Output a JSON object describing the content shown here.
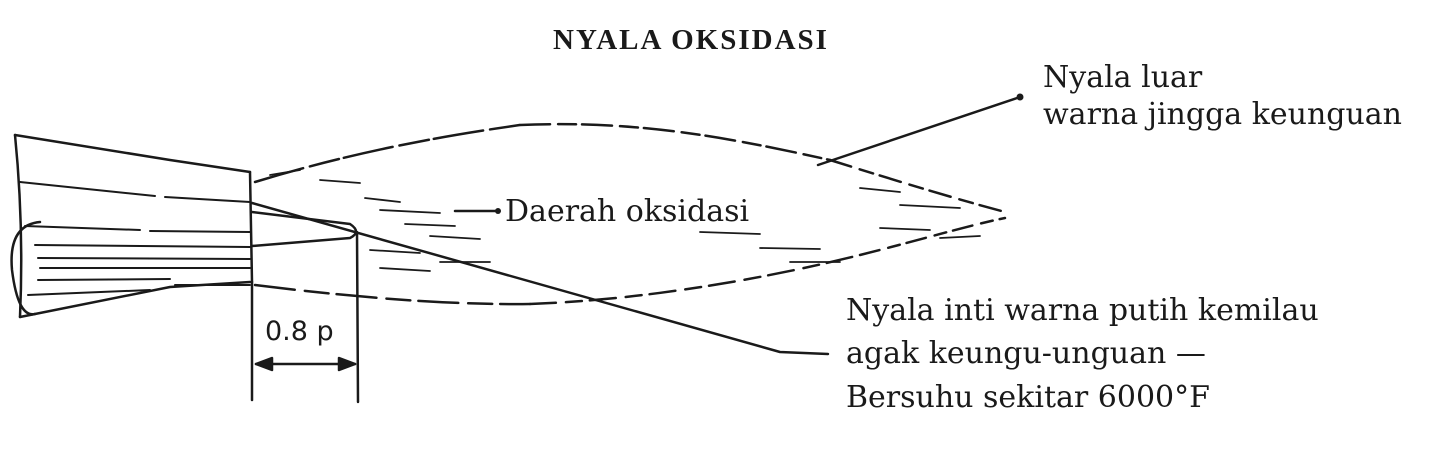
{
  "title": "NYALA OKSIDASI",
  "labels": {
    "outer_flame_line1": "Nyala luar",
    "outer_flame_line2": "warna jingga keunguan",
    "oxidation_zone": "Daerah oksidasi",
    "inner_cone_line1": "Nyala inti warna putih kemilau",
    "inner_cone_line2": "agak keungu-unguan —",
    "inner_cone_line3": "Bersuhu sekitar 6000°F"
  },
  "dimension": {
    "label": "0.8 p"
  },
  "colors": {
    "ink": "#1a1a1a",
    "paper": "#ffffff"
  }
}
